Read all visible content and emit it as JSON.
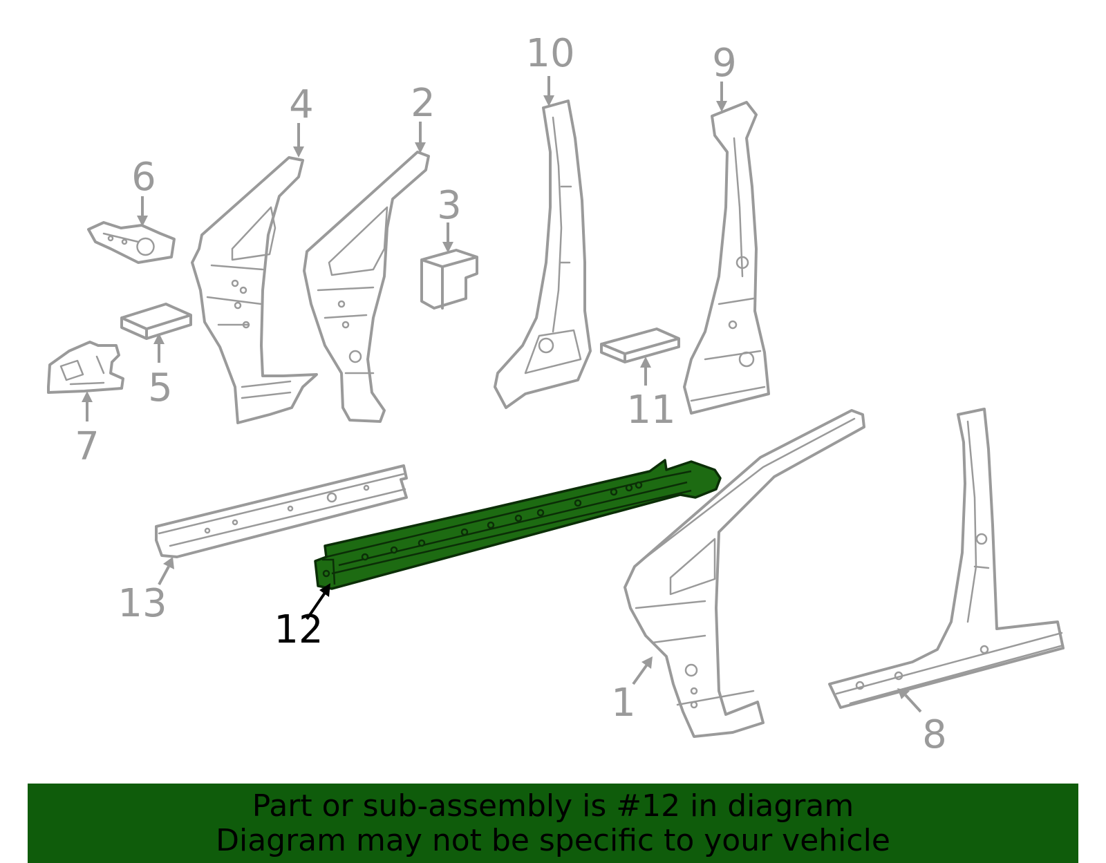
{
  "callouts": {
    "c1": "1",
    "c2": "2",
    "c3": "3",
    "c4": "4",
    "c5": "5",
    "c6": "6",
    "c7": "7",
    "c8": "8",
    "c9": "9",
    "c10": "10",
    "c11": "11",
    "c12": "12",
    "c13": "13"
  },
  "highlighted_part": "12",
  "colors": {
    "highlight_fill": "#1d6b12",
    "part_stroke": "#9a9a9a",
    "banner_background": "#0f5c0b"
  },
  "banner": {
    "line1": "Part or sub-assembly is #12 in diagram",
    "line2": "Diagram may not be specific to your vehicle"
  }
}
